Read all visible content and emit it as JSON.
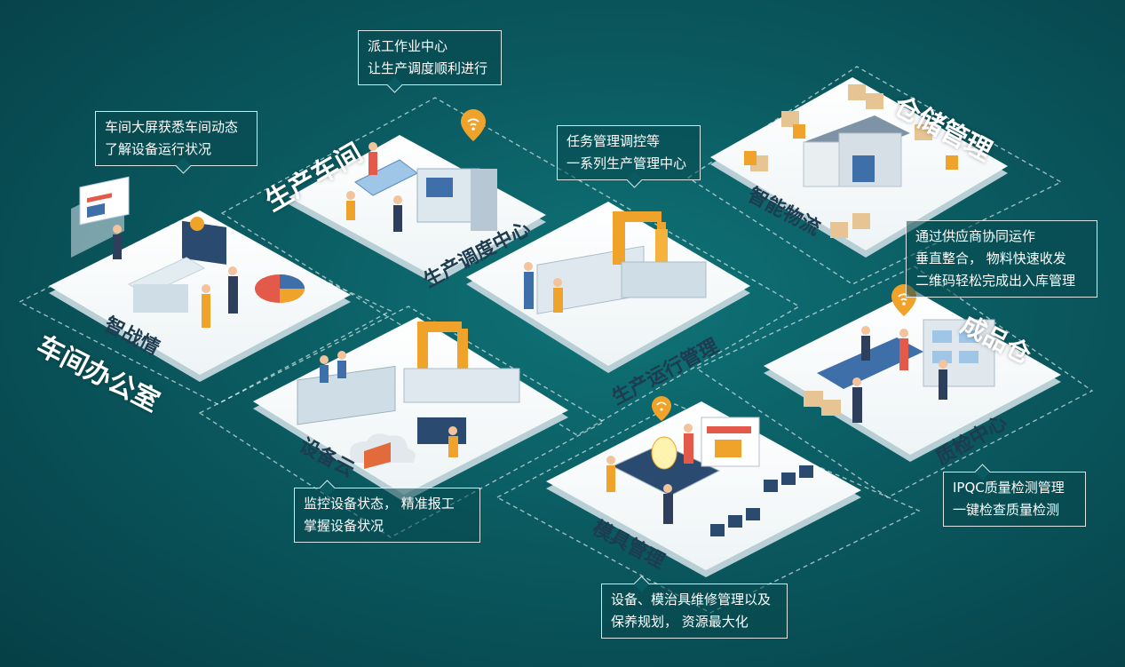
{
  "zones": {
    "workshop_office": "车间办公室",
    "production_workshop": "生产车间",
    "warehouse_management": "仓储管理",
    "finished_goods": "成品仓"
  },
  "platforms": {
    "smart_war_room": "智战情",
    "production_dispatch_center": "生产调度中心",
    "production_operation": "生产运行管理",
    "smart_logistics": "智能物流",
    "equipment_cloud": "设备云",
    "quality_center": "质检中心",
    "mold_management": "模具管理"
  },
  "callouts": {
    "dispatch": {
      "line1": "派工作业中心",
      "line2": "让生产调度顺利进行"
    },
    "big_screen": {
      "line1": "车间大屏获悉车间动态",
      "line2": "了解设备运行状况"
    },
    "task_mgmt": {
      "line1": "任务管理调控等",
      "line2": "一系列生产管理中心"
    },
    "supplier": {
      "line1": "通过供应商协同运作",
      "line2": "垂直整合， 物料快速收发",
      "line3": "二维码轻松完成出入库管理"
    },
    "ipqc": {
      "line1": "IPQC质量检测管理",
      "line2": "一键检查质量检测"
    },
    "monitor": {
      "line1": "监控设备状态， 精准报工",
      "line2": "掌握设备状况"
    },
    "mold": {
      "line1": "设备、模治具维修管理以及",
      "line2": "保养规划， 资源最大化"
    }
  },
  "icons": [
    "wifi-pin-icon",
    "wifi-pin-icon",
    "wifi-pin-icon",
    "wifi-pin-icon"
  ],
  "colors": {
    "background": "#0a5a60",
    "platform": "#ffffff",
    "accent_orange": "#f0a32a",
    "accent_blue": "#3f6fa8",
    "label_dark": "#1d3c4f"
  }
}
